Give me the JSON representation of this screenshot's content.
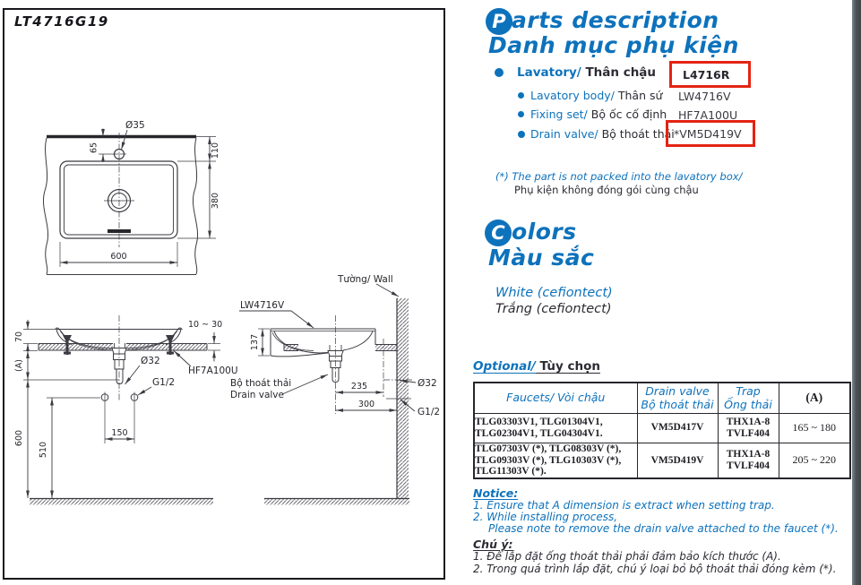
{
  "page": {
    "model_title": "LT4716G19"
  },
  "parts": {
    "title_en_initial": "P",
    "title_en_rest": "arts description",
    "title_vi": "Danh mục phụ kiện",
    "items": [
      {
        "label_en": "Lavatory/",
        "label_vi": " Thân chậu",
        "value": "L4716R"
      },
      {
        "label_en": "Lavatory body/",
        "label_vi": " Thân sứ",
        "value": "LW4716V"
      },
      {
        "label_en": "Fixing set/",
        "label_vi": " Bộ ốc cố định",
        "value": "HF7A100U"
      },
      {
        "label_en": "Drain valve/",
        "label_vi": " Bộ thoát thải",
        "value": "*VM5D419V"
      }
    ],
    "footnote_en": "(*) The part is not packed into the lavatory box/",
    "footnote_vi": "Phụ kiện không đóng gói cùng chậu"
  },
  "colors": {
    "title_en_initial": "C",
    "title_en_rest": "olors",
    "title_vi": "Màu sắc",
    "value_en": "White (cefiontect)",
    "value_vi": "Trắng (cefiontect)"
  },
  "optional": {
    "heading_en": "Optional/",
    "heading_vi": " Tùy chọn",
    "table": {
      "headers": {
        "faucets": "Faucets/ Vòi chậu",
        "drain_en": "Drain valve",
        "drain_vi": "Bộ thoát thải",
        "trap_en": "Trap",
        "trap_vi": "Ống thải",
        "a": "(A)"
      },
      "rows": [
        {
          "faucets": [
            "TLG03303V1, TLG01304V1,",
            "TLG02304V1, TLG04304V1."
          ],
          "drain": "VM5D417V",
          "trap": [
            "THX1A-8",
            "TVLF404"
          ],
          "a": "165 ~ 180"
        },
        {
          "faucets": [
            "TLG07303V (*), TLG08303V (*),",
            "TLG09303V (*), TLG10303V (*),",
            "TLG11303V (*)."
          ],
          "drain": "VM5D419V",
          "trap": [
            "THX1A-8",
            "TVLF404"
          ],
          "a": "205 ~ 220"
        }
      ]
    }
  },
  "notice": {
    "heading": "Notice:",
    "line1": "1. Ensure that A dimension is extract when setting trap.",
    "line2": "2. While installing process,",
    "line3": "Please note to remove the drain valve attached to the faucet  (*)."
  },
  "note_vi": {
    "heading": "Chú ý:",
    "line1": "1. Để lắp đặt ống thoát thải phải đảm bảo kích thước (A).",
    "line2": "2. Trong quá trình lắp đặt, chú ý loại bỏ bộ thoát thải đóng kèm (*)."
  },
  "drawing": {
    "top_view": {
      "hole_dia": "Ø35",
      "hole_offset": "65",
      "depth_to_rim": "110",
      "rim_depth": "380",
      "width": "600"
    },
    "front_view": {
      "rim_height": "70",
      "a_ref": "(A)",
      "counter_height": "600",
      "supply_height": "510",
      "supply_spacing": "150",
      "drain_dia": "Ø32",
      "supply_thread": "G1/2",
      "counter_thickness": "10 ~ 30",
      "fixing_set": "HF7A100U"
    },
    "side_view": {
      "wall_label": "Tường/ Wall",
      "body_label": "LW4716V",
      "drain_label_vi": "Bộ thoát thải",
      "drain_label_en": "Drain valve",
      "height": "137",
      "drain_offset": "235",
      "wall_offset": "300",
      "drain_dia": "Ø32",
      "supply_thread": "G1/2"
    }
  }
}
